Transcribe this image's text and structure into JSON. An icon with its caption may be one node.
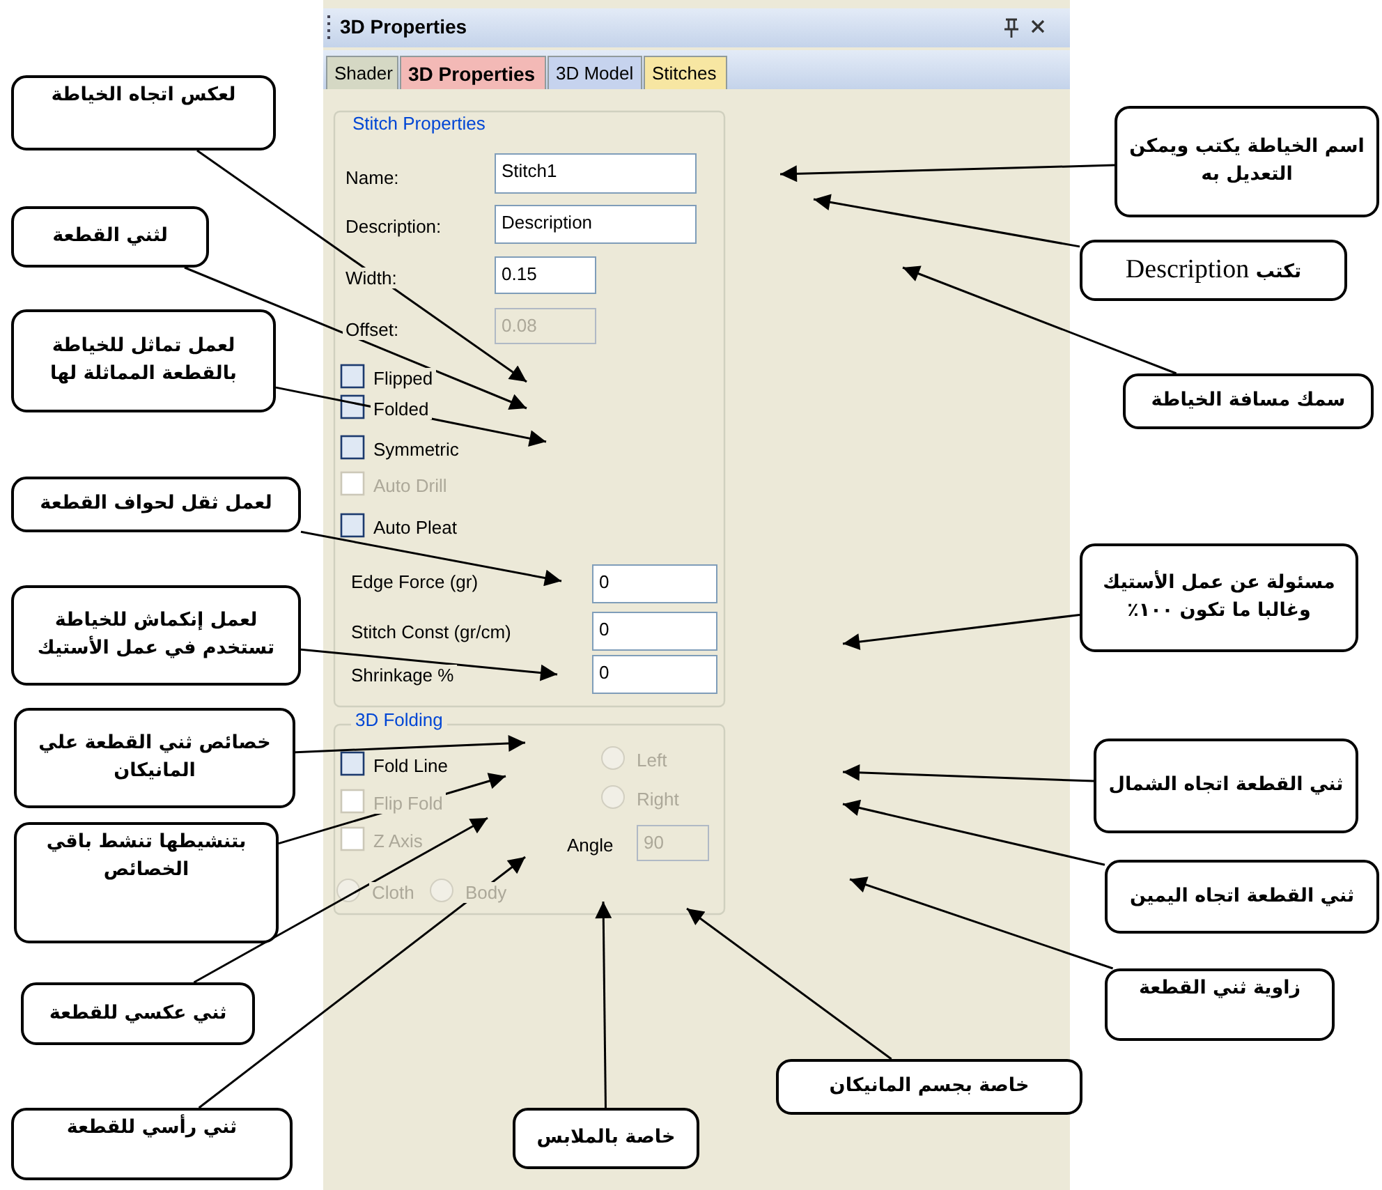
{
  "diagram": {
    "nodes": [
      {
        "text": [
          "لعكس اتجاه الخياطة"
        ]
      },
      {
        "text": [
          "لثني القطعة"
        ]
      },
      {
        "text": [
          "لعمل تماثل للخياطة بالقطعة المماثلة لها"
        ]
      },
      {
        "text": [
          "لعمل ثقل لحواف القطعة"
        ]
      },
      {
        "text": [
          "لعمل إنكماش للخياطة تستخدم في عمل الأستيك"
        ]
      },
      {
        "text": [
          "خصائص ثني القطعة علي المانيكان"
        ]
      },
      {
        "text": [
          "بتنشيطها تنشط باقي الخصائص"
        ]
      },
      {
        "text": [
          "ثني عكسي للقطعة"
        ]
      },
      {
        "text": [
          "ثني رأسي للقطعة"
        ]
      },
      {
        "text": [
          "خاصة بالملابس"
        ]
      },
      {
        "text": [
          "خاصة بجسم المانيكان"
        ]
      },
      {
        "text": [
          "اسم الخياطة يكتب ويمكن التعديل به"
        ]
      },
      {
        "text": [
          "**تكتب** Description"
        ]
      },
      {
        "text": [
          "سمك مسافة الخياطة"
        ]
      },
      {
        "text": [
          "مسئولة عن عمل الأستيك وغالبا ما تكون ١٠٠٪"
        ]
      },
      {
        "text": [
          "ثني القطعة اتجاه الشمال"
        ]
      },
      {
        "text": [
          "ثني القطعة اتجاه اليمين"
        ]
      },
      {
        "text": [
          "زاوية ثني القطعة"
        ]
      }
    ],
    "edges": [
      {
        "from": 0,
        "to": null,
        "arrow": "to"
      },
      {
        "from": 1,
        "to": null,
        "arrow": "to"
      },
      {
        "from": 2,
        "to": null,
        "arrow": "to"
      },
      {
        "from": 3,
        "to": null,
        "arrow": "to"
      },
      {
        "from": 4,
        "to": null,
        "arrow": "to"
      },
      {
        "from": 5,
        "to": null,
        "arrow": "to"
      },
      {
        "from": 6,
        "to": null,
        "arrow": "to"
      },
      {
        "from": 7,
        "to": null,
        "arrow": "to"
      },
      {
        "from": 8,
        "to": null,
        "arrow": "to"
      },
      {
        "from": 9,
        "to": null,
        "arrow": "to"
      },
      {
        "from": 10,
        "to": null,
        "arrow": "to"
      },
      {
        "from": 11,
        "to": null,
        "arrow": "to"
      },
      {
        "from": 12,
        "to": null,
        "arrow": "to"
      },
      {
        "from": 13,
        "to": null,
        "arrow": "to"
      },
      {
        "from": 14,
        "to": null,
        "arrow": "to"
      },
      {
        "from": 15,
        "to": null,
        "arrow": "to"
      },
      {
        "from": 16,
        "to": null,
        "arrow": "to"
      },
      {
        "from": 17,
        "to": null,
        "arrow": "to"
      }
    ],
    "labels": [
      "3D Properties",
      "Shader",
      "3D Properties",
      "3D Model",
      "Stitches",
      "Stitch Properties",
      "Name:",
      "Stitch1",
      "Description:",
      "Description",
      "Width:",
      "0.15",
      "Offset:",
      "0.08",
      "Flipped",
      "Folded",
      "Symmetric",
      "Auto Drill",
      "Auto Pleat",
      "Edge Force (gr)",
      "0",
      "Stitch Const (gr/cm)",
      "0",
      "Shrinkage %",
      "0",
      "3D Folding",
      "Fold Line",
      "Left",
      "Flip Fold",
      "Right",
      "Z Axis",
      "Angle",
      "90",
      "Cloth",
      "Body"
    ]
  }
}
